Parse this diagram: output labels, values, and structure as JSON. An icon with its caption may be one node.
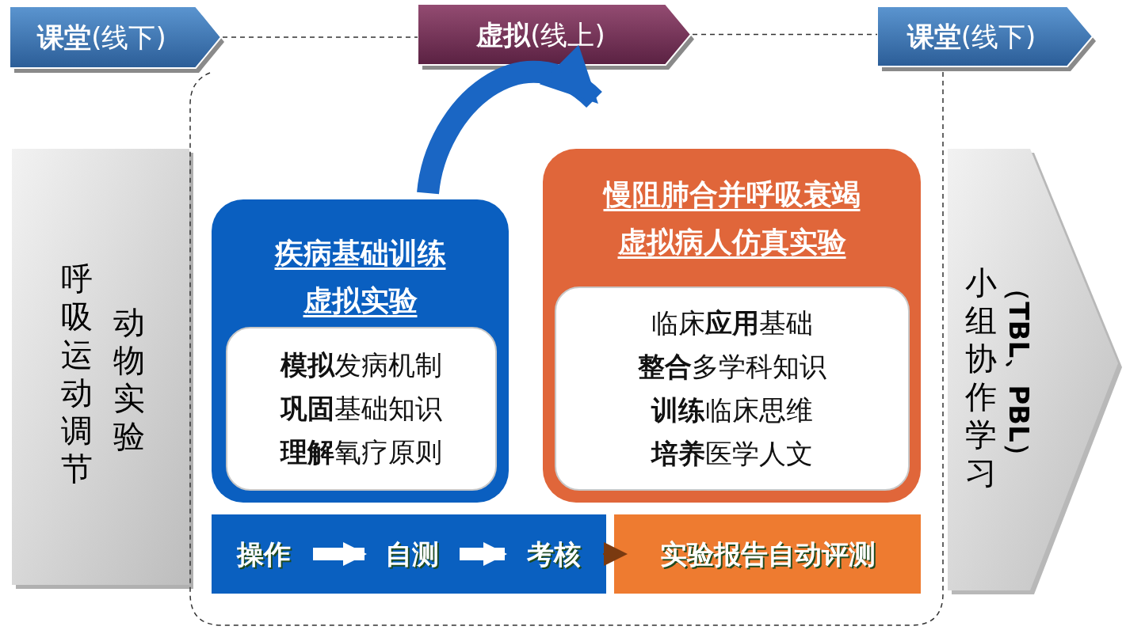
{
  "diagram": {
    "nodes": [
      {
        "text": [
          "**课堂**(线下)"
        ]
      },
      {
        "text": [
          "**虚拟**(线上)"
        ]
      },
      {
        "text": [
          "**课堂**(线下)"
        ]
      },
      {
        "text": [
          "呼吸运动调节",
          "动物实验"
        ]
      },
      {
        "text": [
          "小组协作学习",
          "（TBL、PBL）"
        ]
      },
      {
        "text": [
          "疾病基础训练虚拟实验"
        ]
      },
      {
        "text": [
          "**模拟**发病机制",
          "**巩固**基础知识",
          "**理解**氧疗原则"
        ],
        "in": 5
      },
      {
        "text": [
          "慢阻肺合并呼吸衰竭虚拟病人仿真实验"
        ]
      },
      {
        "text": [
          "临床**应用**基础",
          "**整合**多学科知识",
          "**训练**临床思维",
          "**培养**医学人文"
        ],
        "in": 7
      },
      {
        "text": [],
        "shape": "bar"
      },
      {
        "text": [
          "操作"
        ],
        "in": 9
      },
      {
        "text": [
          "自测"
        ],
        "in": 9
      },
      {
        "text": [
          "考核"
        ],
        "in": 9
      },
      {
        "text": [
          "实验报告自动评测"
        ]
      }
    ],
    "edges": [
      {
        "from": 0,
        "to": 1,
        "arrow": "none",
        "style": "dashed"
      },
      {
        "from": 1,
        "to": 2,
        "arrow": "none",
        "style": "dashed"
      },
      {
        "from": 0,
        "to": 2,
        "arrow": "none",
        "style": "dashed"
      },
      {
        "from": 5,
        "to": 7,
        "arrow": "to",
        "style": "thick",
        "color": "#1a66c4"
      },
      {
        "from": 10,
        "to": 11,
        "arrow": "to",
        "style": "thick",
        "color": "#ffffff"
      },
      {
        "from": 11,
        "to": 12,
        "arrow": "to",
        "style": "thick",
        "color": "#ffffff"
      },
      {
        "from": 9,
        "to": 13,
        "arrow": "to",
        "color": "#7a3a10"
      }
    ]
  }
}
